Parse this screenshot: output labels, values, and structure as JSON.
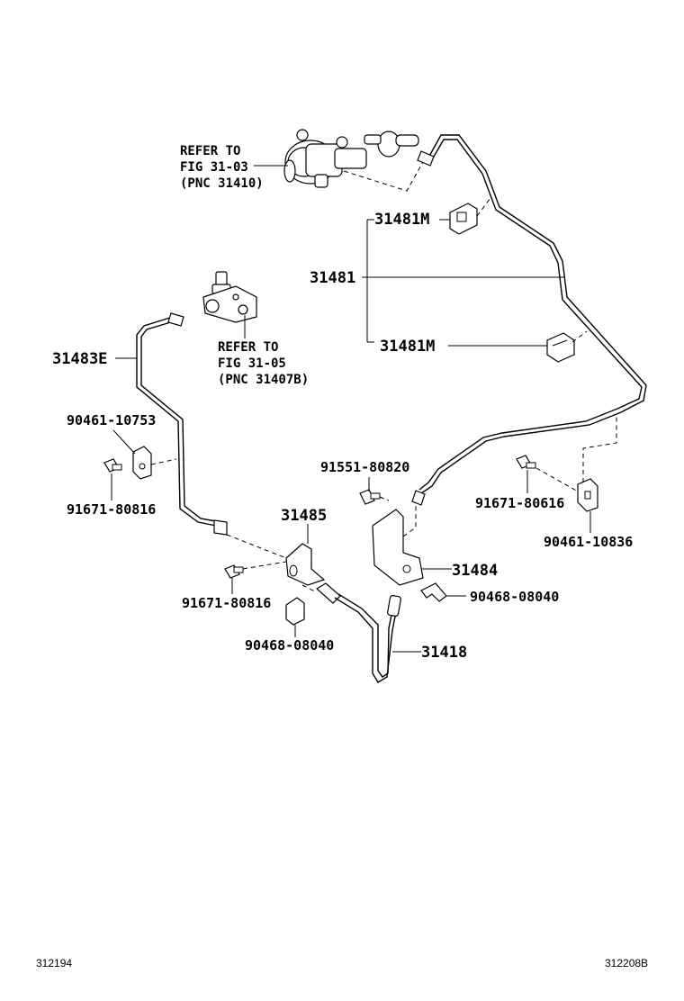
{
  "refs": {
    "master_cyl": [
      "REFER TO",
      "FIG 31-03",
      "(PNC 31410)"
    ],
    "release_cyl": [
      "REFER TO",
      "FIG 31-05",
      "(PNC 31407B)"
    ]
  },
  "parts": {
    "p31481M_top": "31481M",
    "p31481": "31481",
    "p31481M_bottom": "31481M",
    "p31483E": "31483E",
    "p90461_10753": "90461-10753",
    "p91671_80816_left": "91671-80816",
    "p91551_80820": "91551-80820",
    "p31485": "31485",
    "p91671_80616": "91671-80616",
    "p90461_10836": "90461-10836",
    "p31484": "31484",
    "p90468_08040_right": "90468-08040",
    "p91671_80816_lower": "91671-80816",
    "p90468_08040_lower": "90468-08040",
    "p31418": "31418"
  },
  "footer": {
    "left_code": "312194",
    "right_code": "312208B"
  }
}
